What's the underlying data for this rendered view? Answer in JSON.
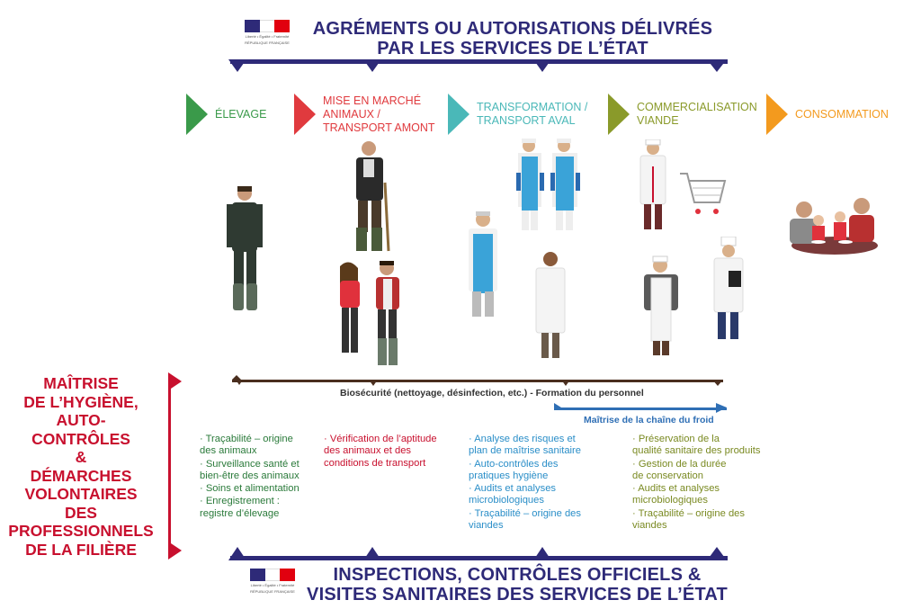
{
  "top_title": [
    "AGRÉMENTS OU AUTORISATIONS DÉLIVRÉS",
    "PAR LES SERVICES DE L’ÉTAT"
  ],
  "bottom_title": [
    "INSPECTIONS, CONTRÔLES OFFICIELS &",
    "VISITES SANITAIRES DES SERVICES DE L’ÉTAT"
  ],
  "logo": {
    "line1": "Liberté • Égalité • Fraternité",
    "line2": "RÉPUBLIQUE FRANÇAISE"
  },
  "colors": {
    "navy": "#2e2a78",
    "red": "#c8102e",
    "green": "#3a9a4a",
    "stage_red": "#e03a3e",
    "teal": "#4ab8b8",
    "olive": "#8a9a2a",
    "orange": "#f39a1e",
    "blue_bar": "#2f6fb5",
    "brown_bar": "#4a2e1e",
    "bullet_green": "#2a7a3a",
    "bullet_red": "#c8102e",
    "bullet_blue": "#2a8ec8",
    "bullet_olive": "#7a8a22"
  },
  "stages": [
    {
      "label": "ÉLEVAGE"
    },
    {
      "label": "MISE EN MARCHÉ\nANIMAUX /\nTRANSPORT AMONT"
    },
    {
      "label": "TRANSFORMATION /\nTRANSPORT AVAL"
    },
    {
      "label": "COMMERCIALISATION\nVIANDE"
    },
    {
      "label": "CONSOMMATION"
    }
  ],
  "left_block": [
    "MAÎTRISE",
    "DE L’HYGIÈNE,",
    "AUTO-",
    "CONTRÔLES",
    "&",
    "DÉMARCHES",
    "VOLONTAIRES",
    "DES",
    "PROFESSIONNELS",
    "DE LA FILIÈRE"
  ],
  "bars": {
    "biosecurity": "Biosécurité (nettoyage, désinfection, etc.) - Formation du personnel",
    "cold_chain": "Maîtrise de la chaîne du froid"
  },
  "bullet_columns": [
    {
      "items": [
        "Traçabilité – origine\ndes animaux",
        "Surveillance santé et\nbien-être des animaux",
        "Soins et alimentation",
        "Enregistrement :\nregistre d’élevage"
      ]
    },
    {
      "items": [
        "Vérification de l’aptitude\ndes animaux et des\nconditions de transport"
      ]
    },
    {
      "items": [
        "Analyse des risques et\nplan de maîtrise sanitaire",
        "Auto-contrôles des\npratiques hygiène",
        "Audits et analyses\nmicrobiologiques",
        "Traçabilité – origine des\nviandes"
      ]
    },
    {
      "items": [
        "Préservation de la\nqualité sanitaire des produits",
        "Gestion de la durée\nde conservation",
        "Audits et analyses\nmicrobiologiques",
        "Traçabilité – origine des\nviandes"
      ]
    }
  ]
}
